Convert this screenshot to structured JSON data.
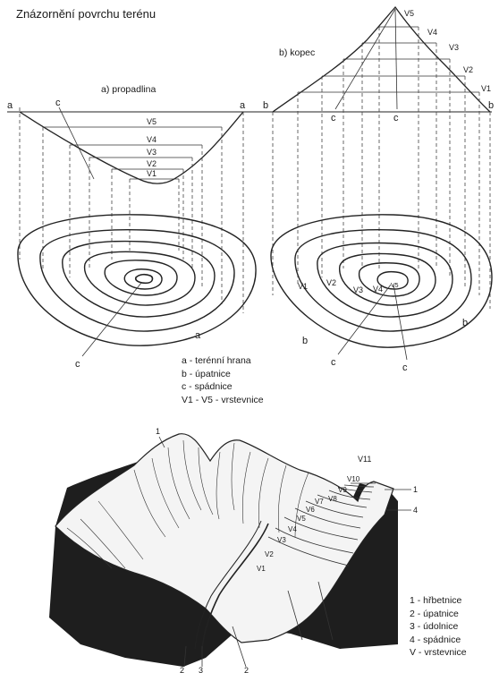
{
  "title": "Znázornění povrchu terénu",
  "panel_a": {
    "caption": "a) propadlina",
    "edge_left": "a",
    "edge_right": "a",
    "slope_top": "c",
    "slope_bottom": "c",
    "map_edge": "a",
    "levels": [
      "V5",
      "V4",
      "V3",
      "V2",
      "V1"
    ]
  },
  "panel_b": {
    "caption": "b) kopec",
    "base_left": "b",
    "base_right": "b",
    "slope_left": "c",
    "slope_right": "c",
    "map_base_right": "b",
    "map_base_left": "b",
    "map_slope_left": "c",
    "map_slope_right": "c",
    "levels_profile": [
      "V5",
      "V4",
      "V3",
      "V2",
      "V1"
    ],
    "levels_map": [
      "V1",
      "V2",
      "V3",
      "V4",
      "V5"
    ]
  },
  "legend_top": {
    "items": [
      "a - terénní hrana",
      "b - úpatnice",
      "c - spádnice",
      "V1 - V5 - vrstevnice"
    ]
  },
  "block": {
    "label_top": "1",
    "label_v11": "V11",
    "label_right_1": "1",
    "label_right_4": "4",
    "levels": [
      "V1",
      "V2",
      "V3",
      "V4",
      "V5",
      "V6",
      "V7",
      "V8",
      "V9",
      "V10"
    ],
    "bottom_labels": [
      "2",
      "3",
      "2"
    ]
  },
  "legend_bottom": {
    "items": [
      "1 - hřbetnice",
      "2 - úpatnice",
      "3 - údolnice",
      "4 - spádnice",
      "V - vrstevnice"
    ]
  },
  "colors": {
    "ink": "#222222",
    "background": "#ffffff",
    "terrain_dark": "#1e1e1e"
  }
}
